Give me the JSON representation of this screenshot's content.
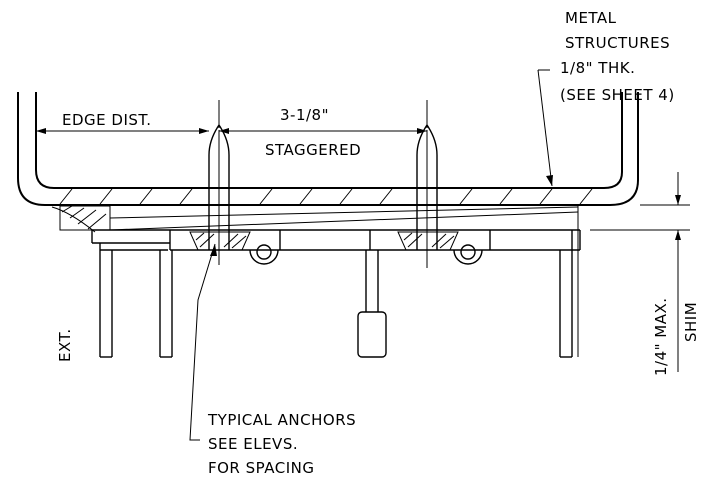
{
  "labels": {
    "metal_structures": [
      "METAL",
      "STRUCTURES",
      "1/8\" THK.",
      "(SEE SHEET 4)"
    ],
    "edge_dist": "EDGE DIST.",
    "spacing_dim": "3-1/8\"",
    "staggered": "STAGGERED",
    "ext": "EXT.",
    "shim_max": "1/4\" MAX.",
    "shim": "SHIM",
    "typical_anchors": [
      "TYPICAL ANCHORS",
      "SEE ELEVS.",
      "FOR SPACING"
    ]
  }
}
